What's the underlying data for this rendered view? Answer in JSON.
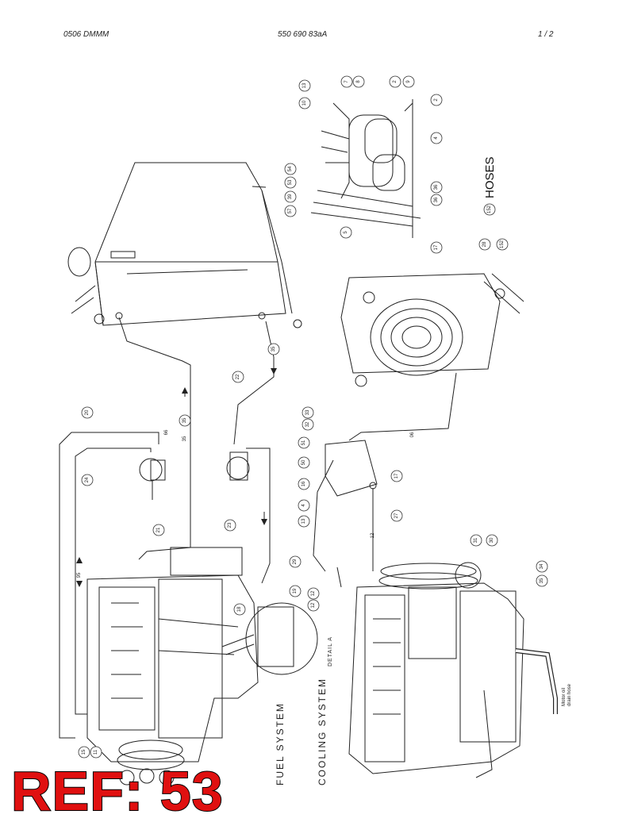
{
  "header": {
    "left": "0506 DMMM",
    "center": "550 690 83aA",
    "right": "1 /   2"
  },
  "titles": {
    "hoses": "HOSES",
    "fuel_system": "FUEL SYSTEM",
    "cooling_system": "COOLING SYSTEM",
    "detail": "DETAIL A",
    "motor_note": "Motor oil\ndrain hose"
  },
  "callouts": [
    "13",
    "10",
    "7",
    "8",
    "2",
    "9",
    "2",
    "4",
    "54",
    "53",
    "39",
    "57",
    "36",
    "36",
    "5",
    "152",
    "17",
    "28",
    "152",
    "22",
    "35",
    "35",
    "33",
    "32",
    "51",
    "50",
    "16",
    "17",
    "4",
    "13",
    "27",
    "12",
    "24",
    "23",
    "20",
    "21",
    "29",
    "18",
    "19",
    "12",
    "35",
    "95",
    "12",
    "31",
    "30",
    "34",
    "35",
    "15",
    "11",
    "06",
    "66"
  ],
  "ref": "REF: 53"
}
